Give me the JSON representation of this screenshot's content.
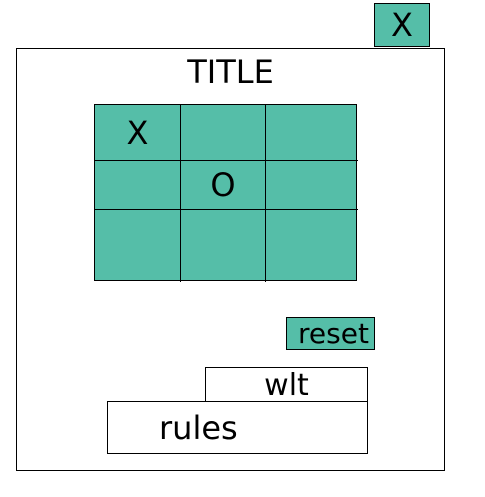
{
  "window": {
    "close_label": "X"
  },
  "title": "TITLE",
  "board": {
    "cells": [
      [
        "X",
        "",
        ""
      ],
      [
        "",
        "O",
        ""
      ],
      [
        "",
        "",
        ""
      ]
    ]
  },
  "buttons": {
    "reset": "reset",
    "wlt": "wlt",
    "rules": "rules"
  },
  "colors": {
    "accent": "#55bea8",
    "border": "#000000",
    "background": "#ffffff"
  }
}
